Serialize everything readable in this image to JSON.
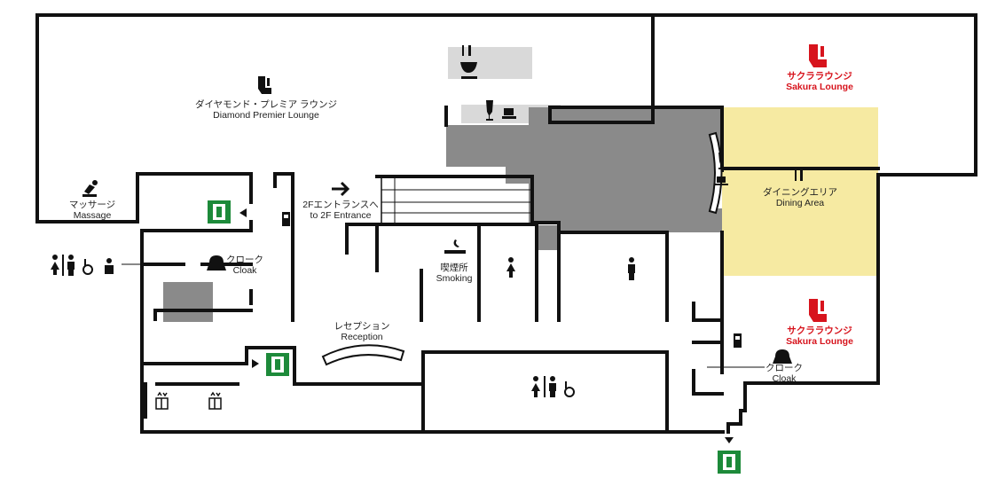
{
  "lounges": {
    "diamond": {
      "ja": "ダイヤモンド・プレミア ラウンジ",
      "en": "Diamond Premier Lounge"
    },
    "sakura_upper": {
      "ja": "サクララウンジ",
      "en": "Sakura Lounge"
    },
    "sakura_lower": {
      "ja": "サクララウンジ",
      "en": "Sakura Lounge"
    }
  },
  "facilities": {
    "massage": {
      "ja": "マッサージ",
      "en": "Massage"
    },
    "entrance": {
      "ja": "2Fエントランスへ",
      "en": "to 2F Entrance"
    },
    "dining": {
      "ja": "ダイニングエリア",
      "en": "Dining Area"
    },
    "smoking": {
      "ja": "喫煙所",
      "en": "Smoking"
    },
    "cloak_left": {
      "ja": "クローク",
      "en": "Cloak"
    },
    "cloak_right": {
      "ja": "クローク",
      "en": "Cloak"
    },
    "reception": {
      "ja": "レセプション",
      "en": "Reception"
    }
  },
  "colors": {
    "wall": "#111111",
    "dark_area": "#8a8a8a",
    "light_area": "#d9d9d9",
    "dining_area": "#f6eaa2",
    "lounge_red": "#d7141d",
    "exit_green": "#1d8a3a"
  },
  "icons": [
    "lounge-seat-icon",
    "massage-icon",
    "emergency-exit-icon",
    "arrow-right-icon",
    "phone-icon",
    "restaurant-icon",
    "bowl-icon",
    "drink-icon",
    "cup-icon",
    "smoking-icon",
    "female-restroom-icon",
    "male-restroom-icon",
    "restroom-icon",
    "wheelchair-icon",
    "baby-icon",
    "cloak-bag-icon",
    "elevator-icon"
  ]
}
